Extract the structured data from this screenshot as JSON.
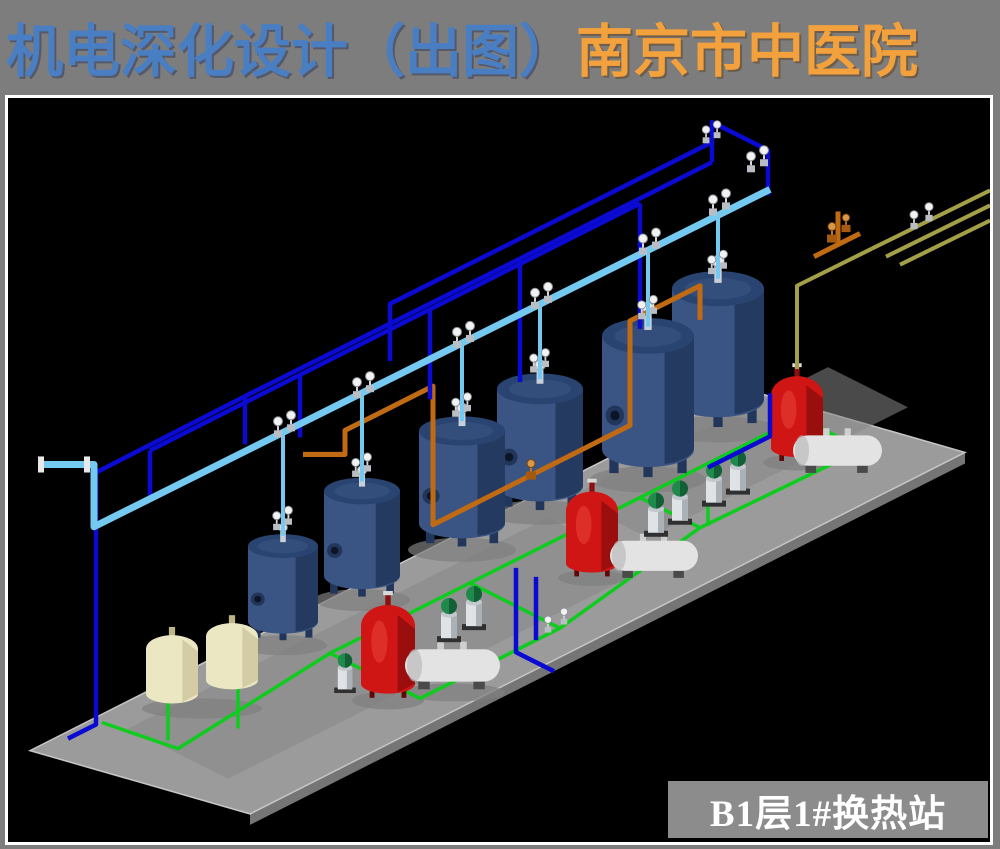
{
  "header": {
    "title_left": "机电深化设计（出图）",
    "title_right": "南京市中医院"
  },
  "plate": {
    "text": "B1层1#换热站"
  },
  "colors": {
    "banner_bg": "#7d7d7d",
    "title_left": "#4a7ec2",
    "title_right": "#f2a13c",
    "canvas_bg": "#000000",
    "canvas_border": "#ffffff",
    "floor": "#9b9b9b",
    "floor_shade": "#878787",
    "floor_edge": "#c6c6c6",
    "floor_skirt": "#757575",
    "tank_blue": "#3a5583",
    "tank_blue_dark": "#22365c",
    "tank_blue_top": "#2a4471",
    "tank_red": "#d01515",
    "tank_red_dark": "#8c0d0d",
    "tank_cream": "#ece7c3",
    "tank_cream_dark": "#cdc69c",
    "pipe_blue": "#0a0ad2",
    "pipe_cyan": "#74c9f0",
    "pipe_green": "#0ecc1e",
    "pipe_orange": "#c06a14",
    "pipe_olive": "#a3a048",
    "vessel": "#e3e3e3",
    "vessel_dark": "#bdbdbd",
    "pump_green": "#1f8a4c",
    "plate_bg": "#8c8c8c",
    "plate_text": "#ffffff"
  }
}
